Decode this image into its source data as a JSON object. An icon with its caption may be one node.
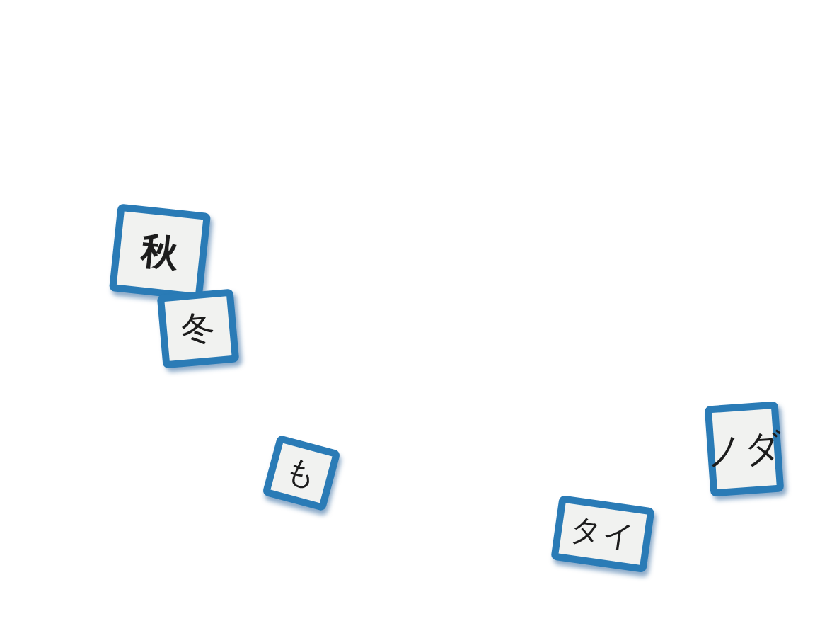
{
  "diagram": {
    "nodes": [
      {
        "text": [
          "秋"
        ]
      },
      {
        "text": [
          "冬"
        ]
      },
      {
        "text": [
          "も"
        ]
      },
      {
        "text": [
          "タイ"
        ]
      },
      {
        "text": [
          "ノダ"
        ]
      }
    ]
  }
}
